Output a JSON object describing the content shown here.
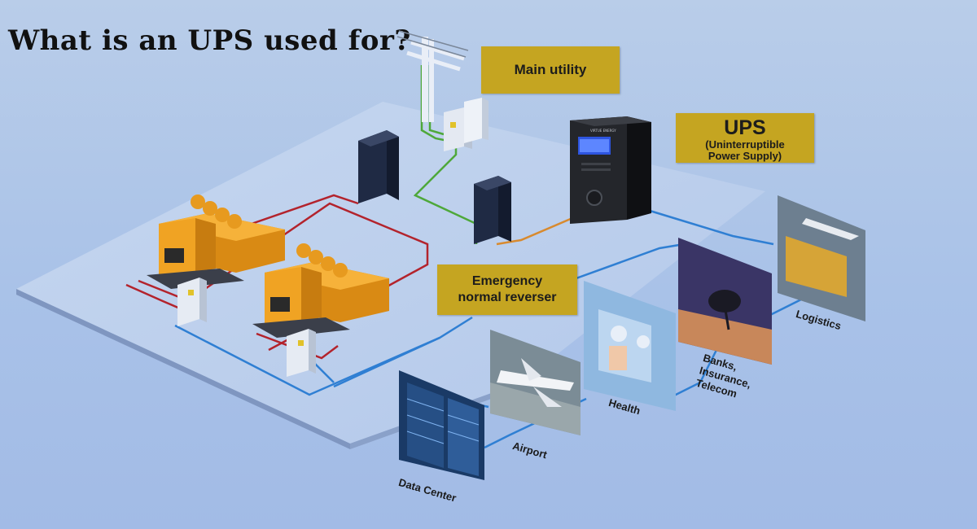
{
  "title": "What is an UPS used for?",
  "main_utility_label": "Main utility",
  "ups": {
    "title": "UPS",
    "subtitle_line1": "(Uninterruptible",
    "subtitle_line2": "Power Supply)",
    "brand_text": "VIRTUE ENERGY"
  },
  "emergency": {
    "line1": "Emergency",
    "line2": "normal reverser"
  },
  "applications": [
    {
      "label": "Data Center"
    },
    {
      "label": "Airport"
    },
    {
      "label": "Health"
    },
    {
      "label": "Banks,\nInsurance,\nTelecom"
    },
    {
      "label": "Logistics"
    }
  ],
  "colors": {
    "tag": "#c5a521",
    "generator": "#f0a323",
    "cabinet": "#1f2a44",
    "wire_red": "#b3232c",
    "wire_blue": "#2f7fd3",
    "wire_green": "#4ea83a",
    "wire_orange": "#d88a2e"
  }
}
